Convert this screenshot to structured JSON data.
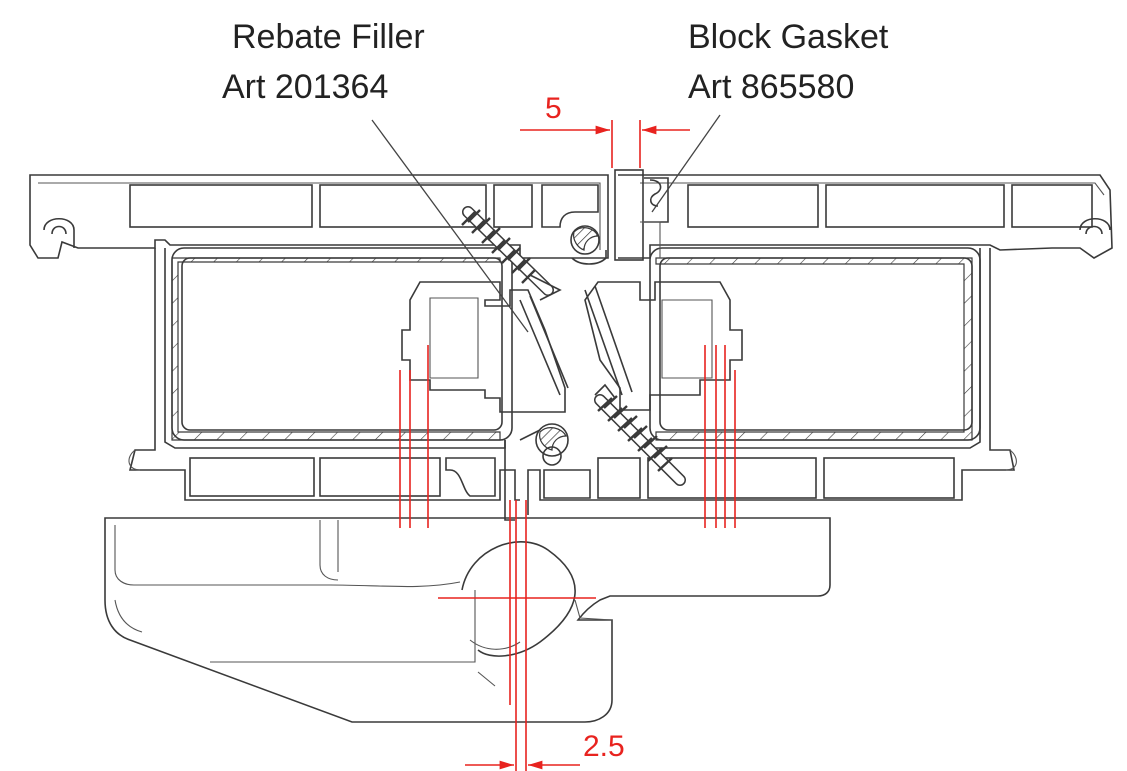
{
  "labels": {
    "rebate_filler_name": "Rebate Filler",
    "rebate_filler_art": "Art 201364",
    "block_gasket_name": "Block Gasket",
    "block_gasket_art": "Art 865580"
  },
  "dimensions": {
    "gap_top": "5",
    "gap_bottom": "2.5"
  },
  "colors": {
    "dimension": "#e8231f",
    "linework": "#3a3a3a",
    "background": "#ffffff"
  }
}
